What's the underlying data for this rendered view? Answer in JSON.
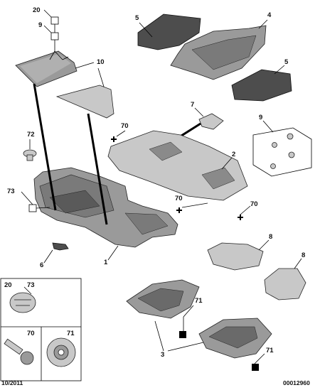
{
  "callouts": {
    "c20": "20",
    "c9a": "9",
    "c10": "10",
    "c5a": "5",
    "c4": "4",
    "c5b": "5",
    "c72": "72",
    "c70a": "70",
    "c7": "7",
    "c9b": "9",
    "c2": "2",
    "c73": "73",
    "c70b": "70",
    "c70c": "70",
    "c8a": "8",
    "c8b": "8",
    "c1": "1",
    "c6": "6",
    "c71a": "71",
    "c71b": "71",
    "c3": "3"
  },
  "legend": {
    "k20": "20",
    "k73": "73",
    "k70": "70",
    "k71": "71"
  },
  "footer": {
    "date": "10/2011",
    "ref": "00012960"
  },
  "colors": {
    "part_fill": "#9a9a9a",
    "dark_fill": "#4d4d4d",
    "light_fill": "#c8c8c8",
    "line": "#000000"
  }
}
